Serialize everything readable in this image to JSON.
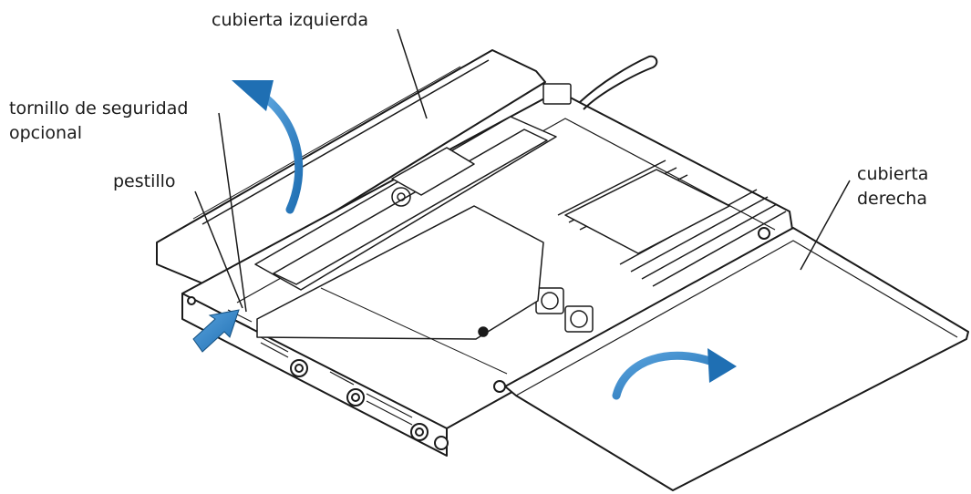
{
  "labels": {
    "left_cover": "cubierta izquierda",
    "screw_line1": "tornillo de seguridad",
    "screw_line2": "opcional",
    "latch": "pestillo",
    "right_cover_line1": "cubierta",
    "right_cover_line2": "derecha"
  },
  "colors": {
    "line": "#1a1a1a",
    "arrow": "#1f6fb3",
    "arrow_light": "#4f9ad6"
  }
}
